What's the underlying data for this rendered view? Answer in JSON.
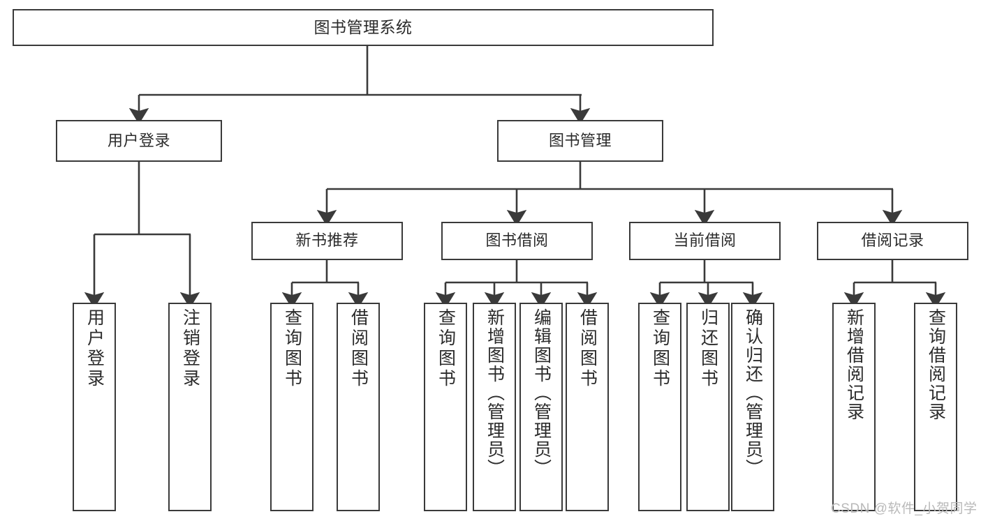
{
  "diagram": {
    "type": "tree-hierarchy",
    "title": "图书管理系统",
    "watermark": "CSDN @软件_小贺同学",
    "colors": {
      "stroke": "#3a3a3a",
      "text": "#2b2b2b",
      "background": "#ffffff",
      "watermark": "#b9b9b9"
    },
    "levels": {
      "root": {
        "label": "图书管理系统"
      },
      "level2": [
        {
          "id": "user-login",
          "label": "用户登录"
        },
        {
          "id": "book-manage",
          "label": "图书管理"
        }
      ],
      "level3": [
        {
          "id": "new-book-rec",
          "label": "新书推荐"
        },
        {
          "id": "book-borrow",
          "label": "图书借阅"
        },
        {
          "id": "current-borrow",
          "label": "当前借阅"
        },
        {
          "id": "borrow-record",
          "label": "借阅记录"
        }
      ],
      "leaves": {
        "user-login": [
          {
            "id": "leaf-user-login",
            "label": "用户登录"
          },
          {
            "id": "leaf-logout",
            "label": "注销登录"
          }
        ],
        "new-book-rec": [
          {
            "id": "leaf-query-book-1",
            "label": "查询图书"
          },
          {
            "id": "leaf-borrow-book-1",
            "label": "借阅图书"
          }
        ],
        "book-borrow": [
          {
            "id": "leaf-query-book-2",
            "label": "查询图书"
          },
          {
            "id": "leaf-add-book",
            "label": "新增图书（管理员）"
          },
          {
            "id": "leaf-edit-book",
            "label": "编辑图书（管理员）"
          },
          {
            "id": "leaf-borrow-book-2",
            "label": "借阅图书"
          }
        ],
        "current-borrow": [
          {
            "id": "leaf-query-book-3",
            "label": "查询图书"
          },
          {
            "id": "leaf-return-book",
            "label": "归还图书"
          },
          {
            "id": "leaf-confirm-return",
            "label": "确认归还（管理员）"
          }
        ],
        "borrow-record": [
          {
            "id": "leaf-add-record",
            "label": "新增借阅记录"
          },
          {
            "id": "leaf-query-record",
            "label": "查询借阅记录"
          }
        ]
      }
    }
  }
}
